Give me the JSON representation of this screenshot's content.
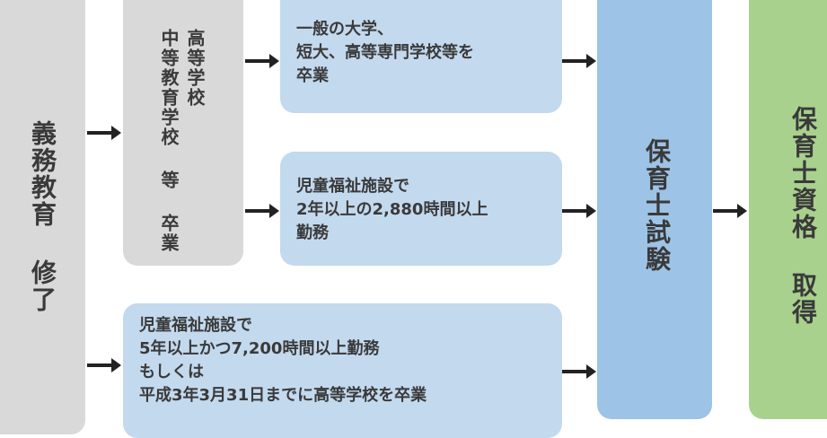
{
  "boxes": {
    "compulsory": {
      "label": "義務教育 修了"
    },
    "high_school": {
      "line1": "高等学校",
      "line2": "中等教育学校 等 卒業"
    },
    "university": {
      "lines": [
        "一般の大学、",
        "短大、高等専門学校等を",
        "卒業"
      ]
    },
    "welfare_2yr": {
      "lines": [
        "児童福祉施設で",
        "2年以上の2,880時間以上",
        "勤務"
      ]
    },
    "welfare_5yr": {
      "lines": [
        "児童福祉施設で",
        "5年以上かつ7,200時間以上勤務",
        "もしくは",
        "平成3年3月31日までに高等学校を卒業"
      ]
    },
    "exam": {
      "label": "保育士試験"
    },
    "qualification": {
      "label": "保育士資格 取得"
    }
  },
  "colors": {
    "gray": "#d9d9d9",
    "light_blue": "#c3d9ee",
    "blue": "#9dc3e6",
    "green": "#a9d18e",
    "arrow": "#222222"
  }
}
